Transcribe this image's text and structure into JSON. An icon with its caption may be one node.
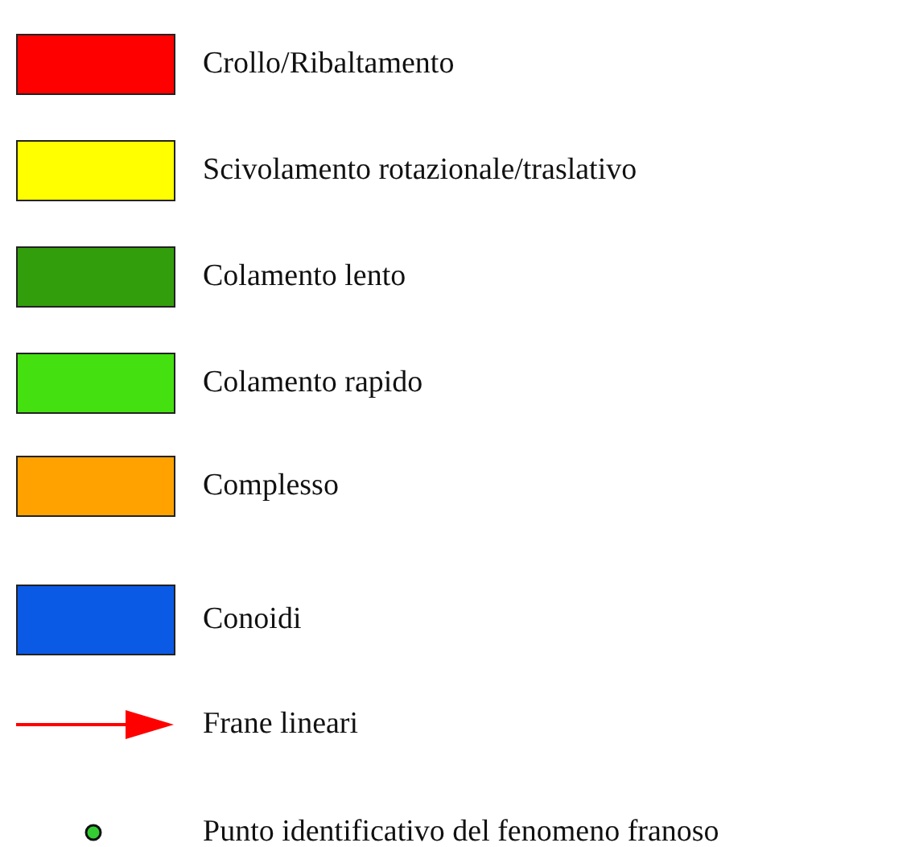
{
  "diagram": {
    "legend": [
      {
        "text": "Crollo/Ribaltamento",
        "color": "#ff0000"
      },
      {
        "text": "Scivolamento rotazionale/traslativo",
        "color": "#ffff00"
      },
      {
        "text": "Colamento lento",
        "color": "#339e0c"
      },
      {
        "text": "Colamento rapido",
        "color": "#44e010"
      },
      {
        "text": "Complesso",
        "color": "#ffa200"
      },
      {
        "text": "Conoidi",
        "color": "#0a5ae6"
      },
      {
        "text": "Frane lineari"
      },
      {
        "text": "Punto identificativo del fenomeno franoso"
      }
    ]
  }
}
